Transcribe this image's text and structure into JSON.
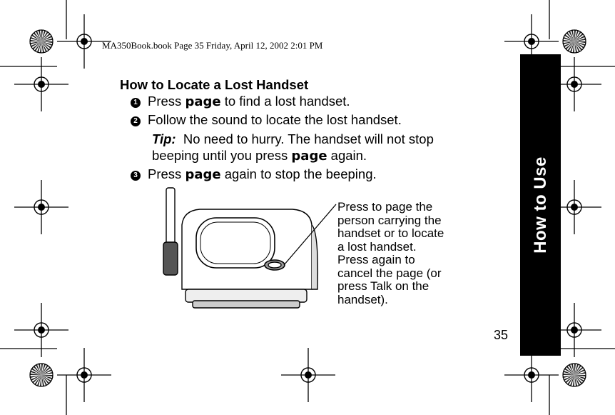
{
  "header": {
    "file_info": "MA350Book.book  Page 35  Friday, April 12, 2002  2:01 PM"
  },
  "side_tab": {
    "label": "How to Use"
  },
  "section": {
    "title": "How to Locate a Lost Handset",
    "steps": [
      {
        "number": "1",
        "prefix": "Press ",
        "key": "page",
        "suffix": " to find a lost handset."
      },
      {
        "number": "2",
        "text": "Follow the sound to locate the lost handset."
      },
      {
        "number": "3",
        "prefix": "Press ",
        "key": "page",
        "suffix": " again to stop the beeping."
      }
    ],
    "tip": {
      "label": "Tip:",
      "text_before": "  No need to hurry. The handset will not stop beeping until you press ",
      "key": "page",
      "text_after": " again."
    }
  },
  "figure": {
    "callout_lines": [
      "Press to page the",
      "person carrying the",
      "handset or to locate",
      "a lost handset.",
      "Press again to",
      "cancel the page (or",
      "press Talk on the",
      "handset)."
    ]
  },
  "page_number": "35",
  "colors": {
    "ink": "#000000",
    "paper": "#ffffff",
    "tab_text": "#ffffff"
  }
}
